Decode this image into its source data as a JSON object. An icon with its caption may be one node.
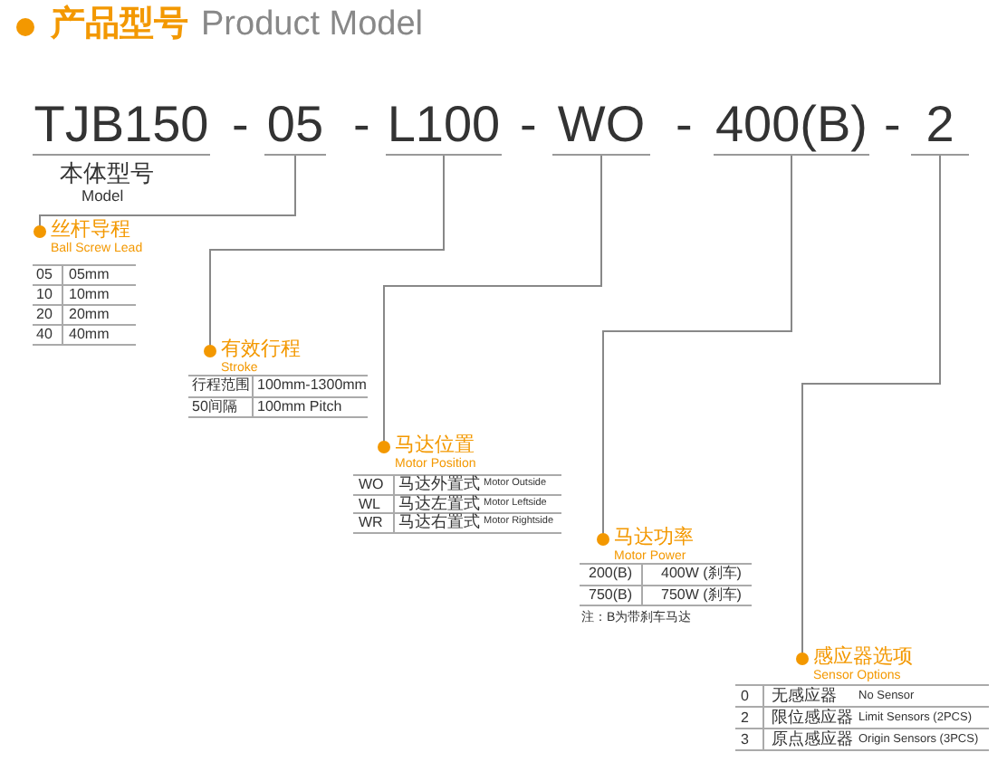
{
  "diagram": {
    "title": "产品型号",
    "nodes": [
      {
        "text": [
          "TJB150"
        ],
        "beside": [
          "本体型号",
          "Model"
        ]
      },
      {
        "text": [
          "05"
        ]
      },
      {
        "text": [
          "L100"
        ]
      },
      {
        "text": [
          "WO"
        ]
      },
      {
        "text": [
          "400(B)"
        ]
      },
      {
        "text": [
          "2"
        ]
      },
      {
        "text": [
          "丝杆导程",
          "Ball Screw Lead"
        ]
      },
      {
        "text": [
          "有效行程",
          "Stroke"
        ]
      },
      {
        "text": [
          "马达位置",
          "Motor Position"
        ]
      },
      {
        "text": [
          "马达功率",
          "Motor Power"
        ]
      },
      {
        "text": [
          "感应器选项",
          "Sensor Options"
        ]
      }
    ],
    "edges": [
      {
        "from": 1,
        "to": 6,
        "arrow": "other"
      },
      {
        "from": 2,
        "to": 7,
        "arrow": "other"
      },
      {
        "from": 3,
        "to": 8,
        "arrow": "other"
      },
      {
        "from": 4,
        "to": 9,
        "arrow": "other"
      },
      {
        "from": 5,
        "to": 10,
        "arrow": "other"
      }
    ],
    "labels": [
      "Product Model",
      "-",
      "-",
      "-",
      "-",
      "-",
      "05",
      "05mm",
      "10",
      "10mm",
      "20",
      "20mm",
      "40",
      "40mm",
      "行程范围",
      "100mm-1300mm",
      "50间隔",
      "100mm Pitch",
      "WO",
      "马达外置式",
      "Motor Outside",
      "WL",
      "马达左置式",
      "Motor Leftside",
      "WR",
      "马达右置式",
      "Motor Rightside",
      "200(B)",
      "400W (刹车)",
      "750(B)",
      "750W (刹车)",
      "注：B为带刹车马达",
      "0",
      "无感应器",
      "No Sensor",
      "2",
      "限位感应器",
      "Limit Sensors (2PCS)",
      "3",
      "原点感应器",
      "Origin Sensors (3PCS)"
    ]
  }
}
